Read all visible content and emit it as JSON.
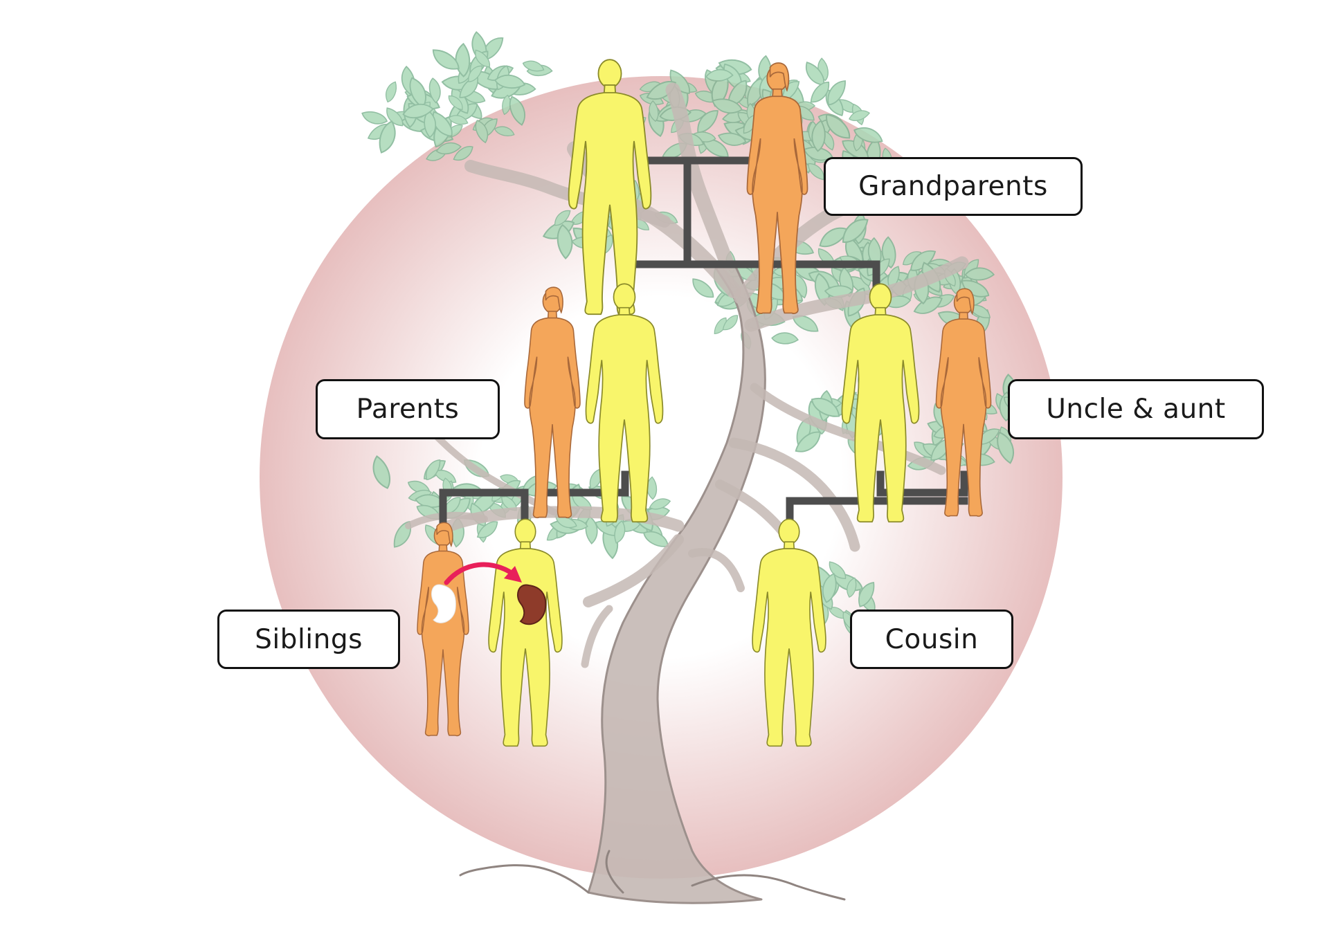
{
  "labels": {
    "grandparents": "Grandparents",
    "parents": "Parents",
    "uncle_aunt": "Uncle & aunt",
    "siblings": "Siblings",
    "cousin": "Cousin"
  },
  "colors": {
    "male": "#f8f56b",
    "female": "#f4a65a",
    "connector": "#4d4d4d",
    "tree": "#c4b8b4",
    "leaf": "#a9d8b6",
    "glow": "#e7bfbf",
    "kidney_donor": "#ffffff",
    "kidney_recipient": "#8e3b2a",
    "arrow": "#e8205a"
  },
  "icons": {
    "male": "male-figure-icon",
    "female": "female-figure-icon",
    "kidney": "kidney-icon",
    "arrow": "transplant-arrow-icon",
    "tree": "tree-icon"
  }
}
